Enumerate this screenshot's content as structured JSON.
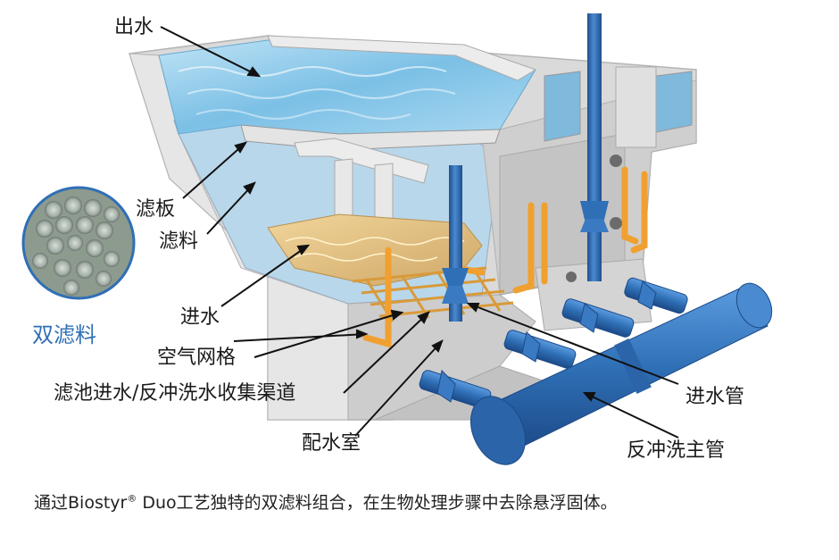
{
  "labels": {
    "outlet_water": "出水",
    "filter_plate": "滤板",
    "filter_media": "滤料",
    "inlet_water": "进水",
    "air_grid": "空气网格",
    "channel": "滤池进水/反冲洗水收集渠道",
    "distribution_chamber": "配水室",
    "inlet_pipe": "进水管",
    "backwash_main": "反冲洗主管",
    "dual_media": "双滤料"
  },
  "caption": {
    "before": "通过Biostyr",
    "reg": "®",
    "after": " Duo工艺独特的双滤料组合，在生物处理步骤中去除悬浮固体。"
  },
  "colors": {
    "pipe_blue": "#2f6fb5",
    "pipe_orange": "#f0a030",
    "water": "#8cc8e8",
    "concrete": "#d8d8d8",
    "label_blue": "#2f6fb5"
  }
}
